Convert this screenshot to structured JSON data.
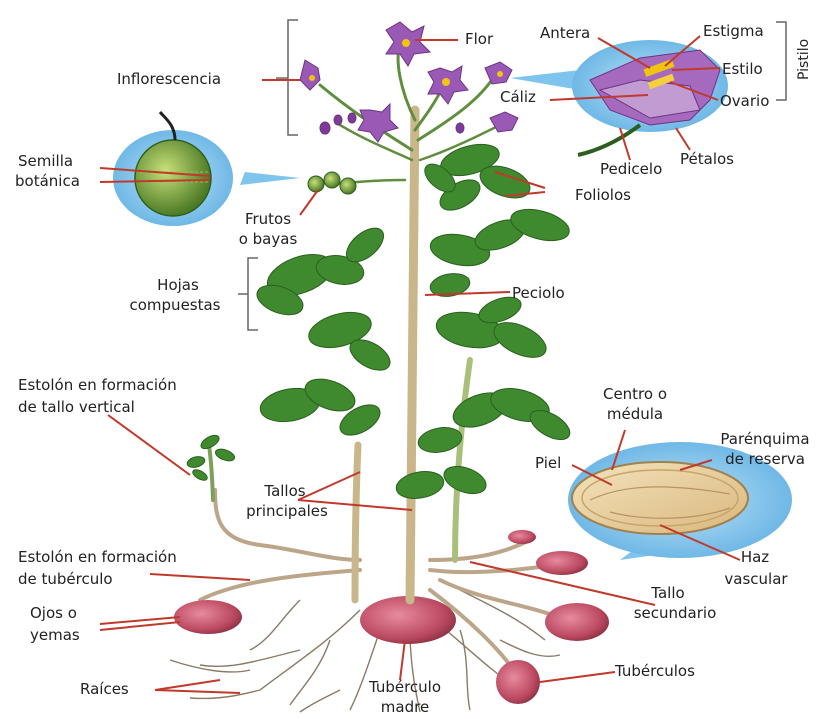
{
  "labels": {
    "flor": "Flor",
    "antera": "Antera",
    "estigma": "Estigma",
    "estilo": "Estilo",
    "ovario": "Ovario",
    "caliz": "Cáliz",
    "pistilo": "Pistilo",
    "inflorescencia": "Inflorescencia",
    "pedicelo": "Pedicelo",
    "petalos": "Pétalos",
    "semilla_1": "Semilla",
    "semilla_2": "botánica",
    "foliolos": "Foliolos",
    "frutos_1": "Frutos",
    "frutos_2": "o bayas",
    "hojas_1": "Hojas",
    "hojas_2": "compuestas",
    "peciolo": "Peciolo",
    "estolon_tallo_1": "Estolón en formación",
    "estolon_tallo_2": "de tallo vertical",
    "centro_1": "Centro o",
    "centro_2": "médula",
    "parenquima_1": "Parénquima",
    "parenquima_2": "de reserva",
    "piel": "Piel",
    "tallos_1": "Tallos",
    "tallos_2": "principales",
    "estolon_tub_1": "Estolón en formación",
    "estolon_tub_2": "de tubérculo",
    "haz_1": "Haz",
    "haz_2": "vascular",
    "tallo_sec_1": "Tallo",
    "tallo_sec_2": "secundario",
    "ojos_1": "Ojos o",
    "ojos_2": "yemas",
    "tuberculos": "Tubérculos",
    "raices": "Raíces",
    "tub_madre_1": "Tubérculo",
    "tub_madre_2": "madre"
  },
  "colors": {
    "leaf": "#3f8a2e",
    "leaf_dark": "#2a5f1f",
    "flower": "#9b59b6",
    "tuber": "#b9485f",
    "stem": "#c9b68a",
    "leader": "#c0392b",
    "bubble": "#7ec4ec"
  }
}
